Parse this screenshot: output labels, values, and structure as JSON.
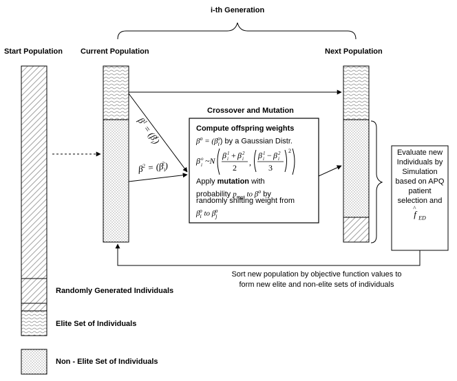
{
  "title": "i-th Generation",
  "columns": {
    "start": "Start Population",
    "current": "Current Population",
    "next": "Next Population"
  },
  "crossover": {
    "heading": "Crossover and Mutation",
    "compute_label": "Compute offspring weights",
    "beta_o_line_a": "β",
    "beta_o_line_b": "o",
    "beta_o_line_c": " = (β",
    "beta_o_line_d": "i",
    "beta_o_line_e": "o",
    "beta_o_line_f": ") by a Gaussian Distr.",
    "apply_prefix": "Apply ",
    "apply_bold": "mutation",
    "apply_suffix": " with",
    "prob_prefix": "probability ",
    "prob_p": "p",
    "prob_sub": "mut",
    "prob_to": " to β",
    "prob_to_sup": "o",
    "prob_by": " by",
    "randomly": "randomly shifting weight from",
    "from_beta": "β",
    "from_sub": "i",
    "from_sup": "o",
    "from_to": " to β",
    "to_sub": "j",
    "to_sup": "o"
  },
  "beta1": {
    "lhs": "β",
    "lhs_sup": "1",
    "eq": " = (β",
    "rhs_sub": "i",
    "rhs_sup": "1",
    "close": ")"
  },
  "beta2": {
    "lhs": "β",
    "lhs_sup": "2",
    "eq": " = (β",
    "rhs_sub": "i",
    "rhs_sup": "2",
    "close": ")"
  },
  "evaluate": {
    "lines": [
      "Evaluate new",
      "Individuals by",
      "Simulation",
      "based on APQ",
      "patient",
      "selection  and"
    ],
    "f": "f",
    "f_sub": "ED",
    "f_hat": "^"
  },
  "sort_text": {
    "line1": "Sort new population by objective function values to",
    "line2": "form new elite and non-elite sets of individuals"
  },
  "legend": [
    {
      "label": "Randomly Generated Individuals",
      "pattern": "hatch"
    },
    {
      "label": "Elite Set of Individuals",
      "pattern": "wave"
    },
    {
      "label": "Non - Elite Set of Individuals",
      "pattern": "dots"
    }
  ],
  "colors": {
    "line": "#000000",
    "hatch": "#9a9a9a",
    "pattern": "#8a8a8a"
  }
}
